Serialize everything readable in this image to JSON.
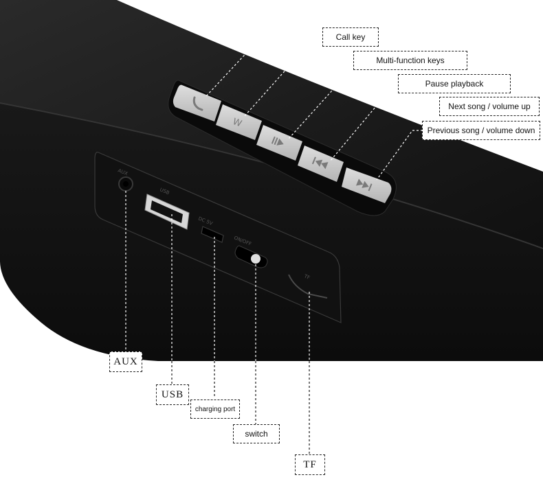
{
  "colors": {
    "device_body": "#141414",
    "device_top": "#1e1e1e",
    "button_grey": "#c8c8c8",
    "button_glyph": "#7a7a7a",
    "leader_line": "#1a1a1a",
    "label_border": "#222222"
  },
  "callouts": {
    "call_key": "Call key",
    "multi_function": "Multi-function keys",
    "pause_playback": "Pause playback",
    "next_song": "Next song / volume up",
    "previous_song": "Previous song / volume down",
    "aux": "AUX",
    "usb": "USB",
    "charging_port": "charging port",
    "switch": "switch",
    "tf": "TF"
  },
  "panel_print": {
    "aux": "AUX",
    "usb": "USB",
    "dc": "DC 5V",
    "onoff": "ON/OFF",
    "tf": "TF"
  },
  "buttons": [
    {
      "name": "call-button",
      "icon": "phone-icon"
    },
    {
      "name": "multi-function-button",
      "glyph": "W"
    },
    {
      "name": "pause-playback-button",
      "icon": "play-pause-icon"
    },
    {
      "name": "previous-button",
      "icon": "previous-icon"
    },
    {
      "name": "next-button",
      "icon": "next-icon"
    }
  ]
}
